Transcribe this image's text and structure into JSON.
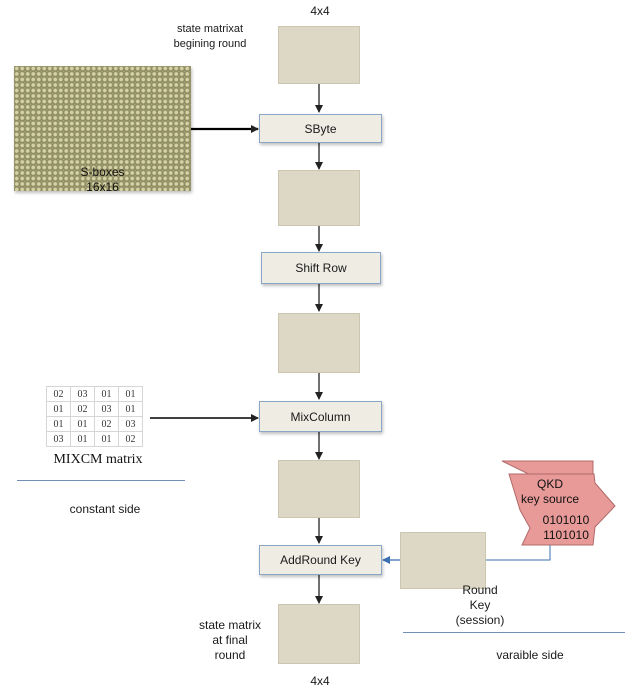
{
  "labels": {
    "top_size": "4x4",
    "state_begin_line1": "state matrixat",
    "state_begin_line2": "begining round",
    "sboxes_line1": "S-boxes",
    "sboxes_line2": "16x16",
    "mixcm_label": "MIXCM matrix",
    "constant_side": "constant  side",
    "variable_side": "varaible side",
    "round_key_line1": "Round",
    "round_key_line2": "Key",
    "round_key_line3": "(session)",
    "state_final_line1": "state matrix",
    "state_final_line2": "at final",
    "state_final_line3": "round",
    "bottom_size": "4x4",
    "qkd_line1": "QKD",
    "qkd_line2": "key source",
    "qkd_bits1": "0101010",
    "qkd_bits2": "1101010"
  },
  "operations": {
    "sbyte": "SByte",
    "shift_row": "Shift Row",
    "mix_column": "MixColumn",
    "add_round_key": "AddRound Key"
  },
  "mixcm_matrix": [
    [
      "02",
      "03",
      "01",
      "01"
    ],
    [
      "01",
      "02",
      "03",
      "01"
    ],
    [
      "01",
      "01",
      "02",
      "03"
    ],
    [
      "03",
      "01",
      "01",
      "02"
    ]
  ],
  "colors": {
    "state_fill": "#ddd8c6",
    "op_border": "#8aa7c7",
    "sbox_fill": "#a4a176",
    "qkd_fill": "#e89a98",
    "rule_line": "#6f8fb5"
  }
}
